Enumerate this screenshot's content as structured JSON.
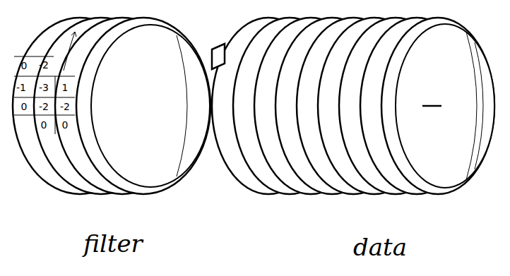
{
  "diagram": {
    "labels": [
      "0",
      "-2",
      "-1",
      "-3",
      "1",
      "0",
      "-2",
      "-2",
      "0",
      "0",
      "filter",
      "data"
    ]
  }
}
